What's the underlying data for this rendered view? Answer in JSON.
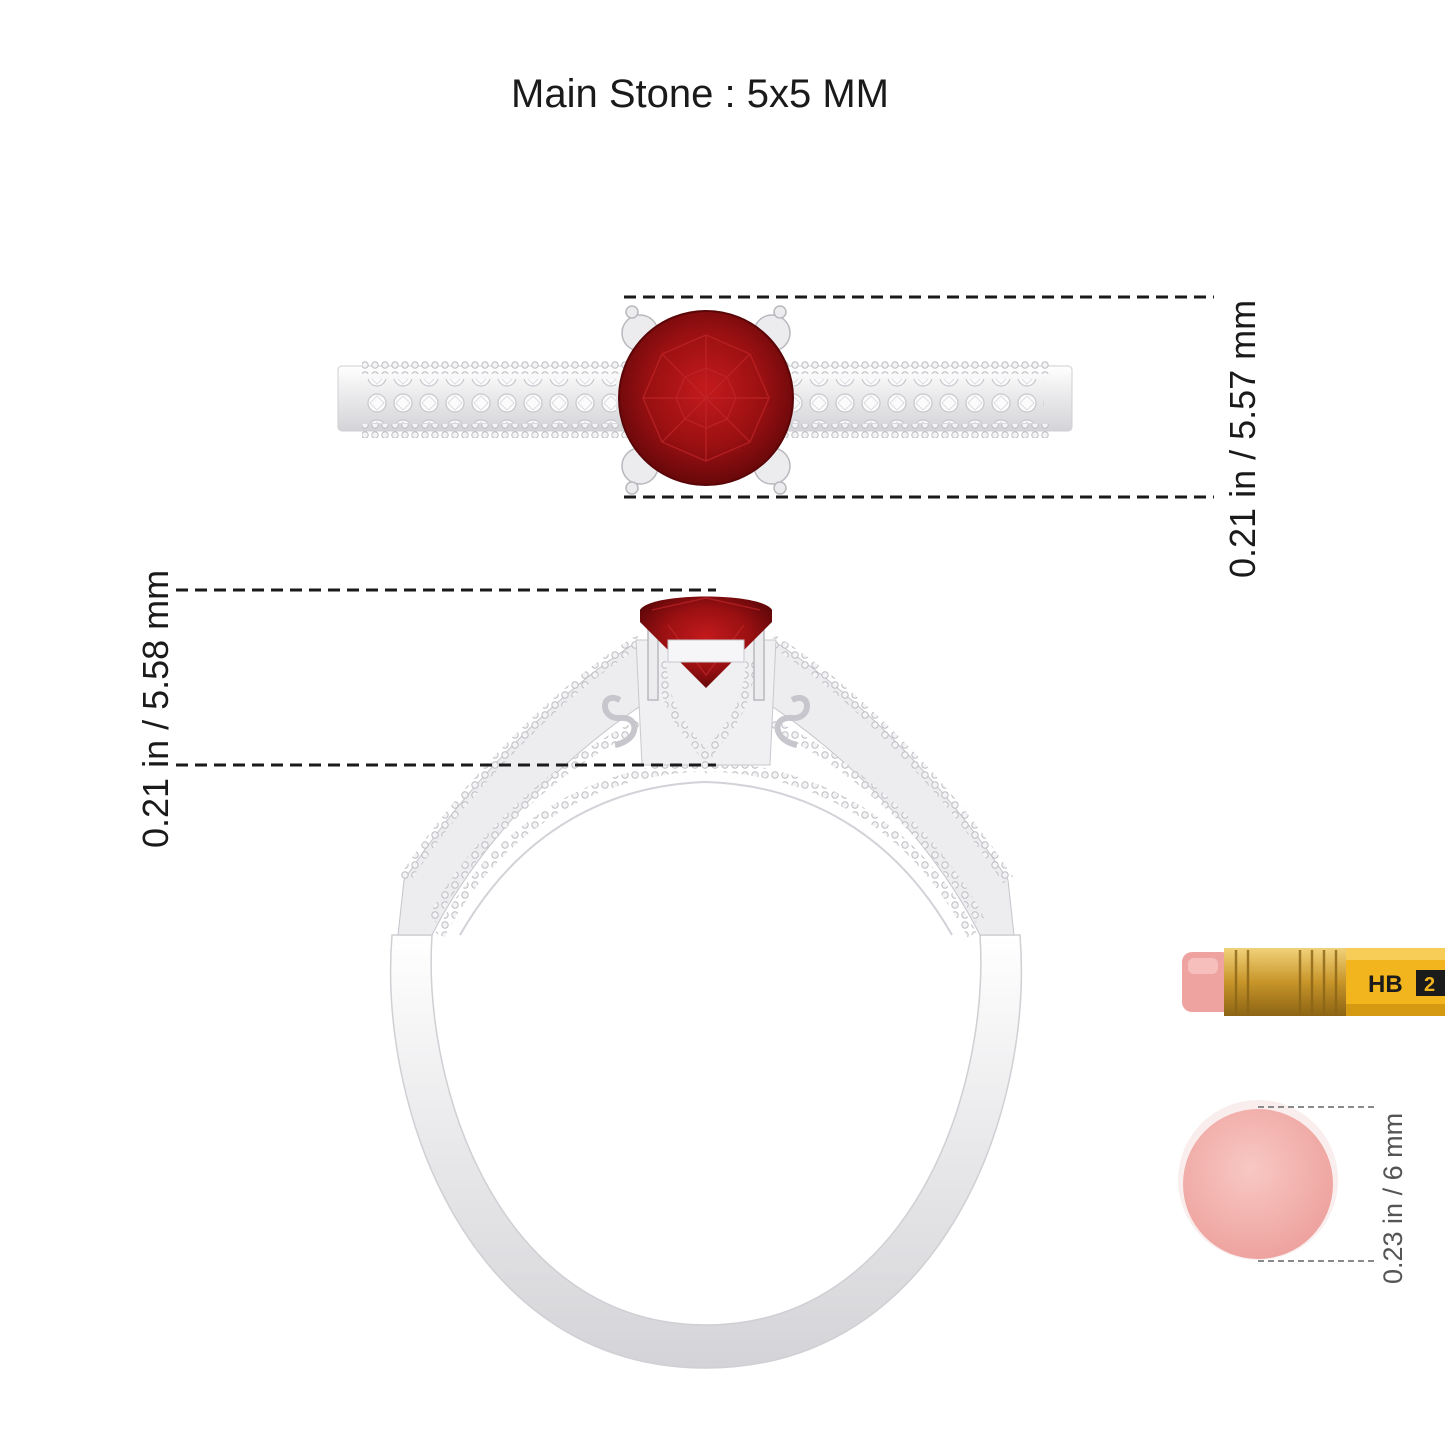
{
  "title": "Main Stone : 5x5 MM",
  "dimensions": {
    "top_view_height": "0.21 in /  5.57 mm",
    "side_view_height": "0.21 in / 5.58 mm",
    "eraser_diameter": "0.23 in / 6 mm"
  },
  "pencil_label": "HB",
  "pencil_number": "2",
  "colors": {
    "ruby": "#8e0e10",
    "metal": "#e9e9eb",
    "eraser": "#f3b6b2",
    "pencil": "#f2b51e",
    "ferrule": "#d7a93c"
  }
}
